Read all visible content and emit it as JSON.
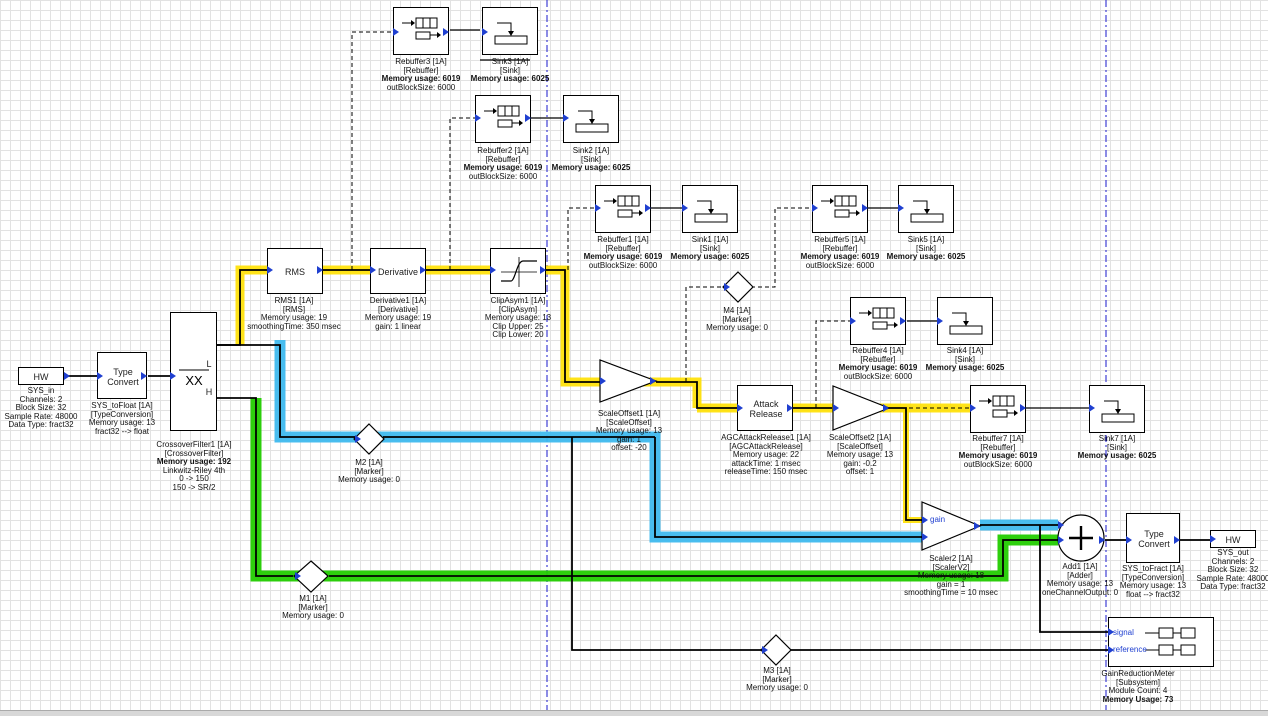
{
  "canvas": {
    "colors": {
      "yellow": "#ffe000",
      "blue": "#3fb9ee",
      "green": "#22cc00",
      "pin": "#1f3fd0",
      "divider": "#1a1acc"
    }
  },
  "blocks": {
    "hw_in": {
      "label": "HW",
      "caption": [
        "SYS_in",
        "Channels: 2",
        "Block Size: 32",
        "Sample Rate: 48000",
        "Data Type: fract32"
      ]
    },
    "toFloat": {
      "label": "Type Convert",
      "caption": [
        "SYS_toFloat [1A]",
        "[TypeConversion]",
        "Memory usage: 13",
        "fract32 --> float"
      ]
    },
    "crossover": {
      "pin_l": "L",
      "pin_h": "H",
      "caption": [
        "CrossoverFilter1 [1A]",
        "[CrossoverFilter]",
        "Memory usage: 192",
        "Linkwitz-Riley 4th",
        "0 -> 150",
        "150 -> SR/2"
      ]
    },
    "rms": {
      "label": "RMS",
      "caption": [
        "RMS1 [1A]",
        "[RMS]",
        "Memory usage: 19",
        "smoothingTime: 350 msec"
      ]
    },
    "derivative": {
      "label": "Derivative",
      "caption": [
        "Derivative1 [1A]",
        "[Derivative]",
        "Memory usage: 19",
        "gain: 1 linear"
      ]
    },
    "clipasym": {
      "caption": [
        "ClipAsym1 [1A]",
        "[ClipAsym]",
        "Memory usage: 13",
        "Clip Upper: 25",
        "Clip Lower: 20"
      ]
    },
    "rebuffer3": {
      "caption": [
        "Rebuffer3 [1A]",
        "[Rebuffer]",
        "Memory usage: 6019",
        "outBlockSize: 6000"
      ]
    },
    "sink3": {
      "caption": [
        "Sink3 [1A]",
        "[Sink]",
        "Memory usage: 6025"
      ]
    },
    "rebuffer2": {
      "caption": [
        "Rebuffer2 [1A]",
        "[Rebuffer]",
        "Memory usage: 6019",
        "outBlockSize: 6000"
      ]
    },
    "sink2": {
      "caption": [
        "Sink2 [1A]",
        "[Sink]",
        "Memory usage: 6025"
      ]
    },
    "rebuffer1": {
      "caption": [
        "Rebuffer1 [1A]",
        "[Rebuffer]",
        "Memory usage: 6019",
        "outBlockSize: 6000"
      ]
    },
    "sink1": {
      "caption": [
        "Sink1 [1A]",
        "[Sink]",
        "Memory usage: 6025"
      ]
    },
    "rebuffer5": {
      "caption": [
        "Rebuffer5 [1A]",
        "[Rebuffer]",
        "Memory usage: 6019",
        "outBlockSize: 6000"
      ]
    },
    "sink5": {
      "caption": [
        "Sink5 [1A]",
        "[Sink]",
        "Memory usage: 6025"
      ]
    },
    "rebuffer4": {
      "caption": [
        "Rebuffer4 [1A]",
        "[Rebuffer]",
        "Memory usage: 6019",
        "outBlockSize: 6000"
      ]
    },
    "sink4": {
      "caption": [
        "Sink4 [1A]",
        "[Sink]",
        "Memory usage: 6025"
      ]
    },
    "rebuffer7": {
      "caption": [
        "Rebuffer7 [1A]",
        "[Rebuffer]",
        "Memory usage: 6019",
        "outBlockSize: 6000"
      ]
    },
    "sink7": {
      "caption": [
        "Sink7 [1A]",
        "[Sink]",
        "Memory usage: 6025"
      ]
    },
    "m4": {
      "caption": [
        "M4 [1A]",
        "[Marker]",
        "Memory usage: 0"
      ]
    },
    "m2": {
      "caption": [
        "M2 [1A]",
        "[Marker]",
        "Memory usage: 0"
      ]
    },
    "m1": {
      "caption": [
        "M1 [1A]",
        "[Marker]",
        "Memory usage: 0"
      ]
    },
    "m3": {
      "caption": [
        "M3 [1A]",
        "[Marker]",
        "Memory usage: 0"
      ]
    },
    "scaleoffset1": {
      "caption": [
        "ScaleOffset1 [1A]",
        "[ScaleOffset]",
        "Memory usage: 13",
        "gain: 1",
        "offset: -20"
      ]
    },
    "attack": {
      "label": "Attack Release",
      "caption": [
        "AGCAttackRelease1 [1A]",
        "[AGCAttackRelease]",
        "Memory usage: 22",
        "attackTime: 1 msec",
        "releaseTime: 150 msec"
      ]
    },
    "scaleoffset2": {
      "caption": [
        "ScaleOffset2 [1A]",
        "[ScaleOffset]",
        "Memory usage: 13",
        "gain: -0.2",
        "offset: 1"
      ]
    },
    "scaler2": {
      "pin": "gain",
      "caption": [
        "Scaler2 [1A]",
        "[ScalerV2]",
        "Memory usage: 18",
        "gain = 1",
        "smoothingTime = 10 msec"
      ]
    },
    "add1": {
      "caption": [
        "Add1 [1A]",
        "[Adder]",
        "Memory usage: 13",
        "oneChannelOutput: 0"
      ]
    },
    "toFract": {
      "label": "Type Convert",
      "caption": [
        "SYS_toFract [1A]",
        "[TypeConversion]",
        "Memory usage: 13",
        "float --> fract32"
      ]
    },
    "hw_out": {
      "label": "HW",
      "caption": [
        "SYS_out",
        "Channels: 2",
        "Block Size: 32",
        "Sample Rate: 48000",
        "Data Type: fract32"
      ]
    },
    "gainmeter": {
      "pin_signal": "signal",
      "pin_reference": "reference",
      "caption": [
        "GainReductionMeter",
        "[Subsystem]",
        "Module Count: 4",
        "Memory Usage: 73"
      ]
    }
  }
}
